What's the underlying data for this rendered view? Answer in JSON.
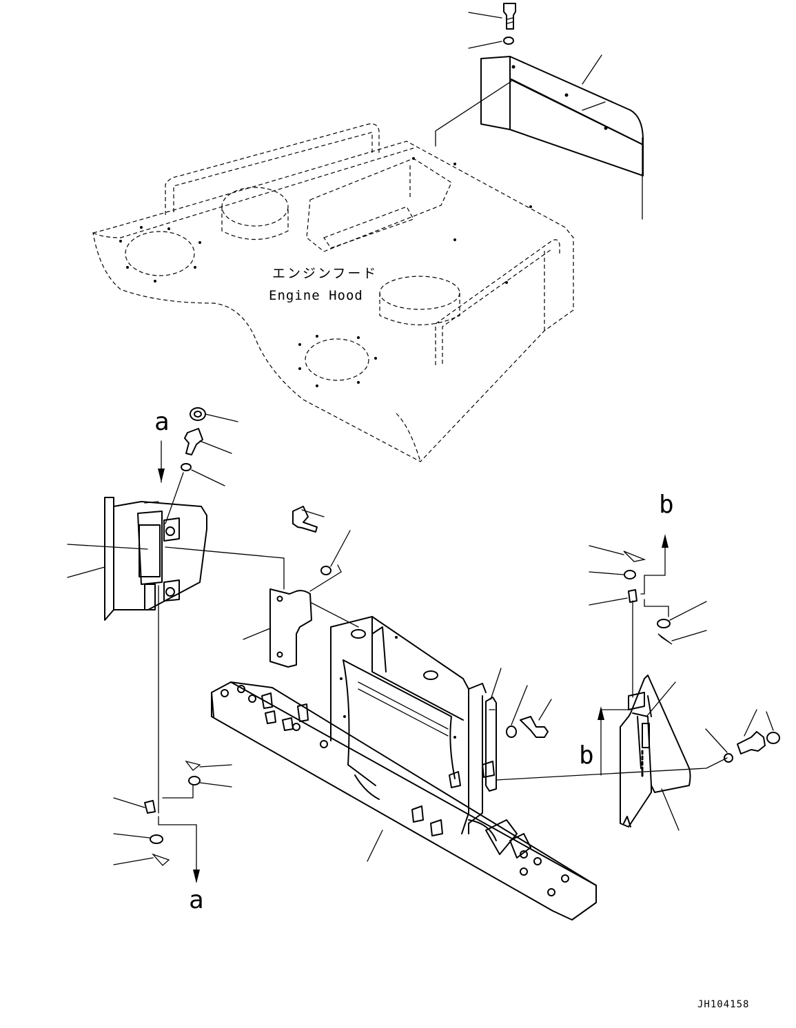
{
  "labels": {
    "hood_jp": "エンジンフード",
    "hood_en": "Engine Hood",
    "ref_a_top": "a",
    "ref_a_bottom": "a",
    "ref_b_top": "b",
    "ref_b_side": "b",
    "drawing_no": "JH104158"
  }
}
